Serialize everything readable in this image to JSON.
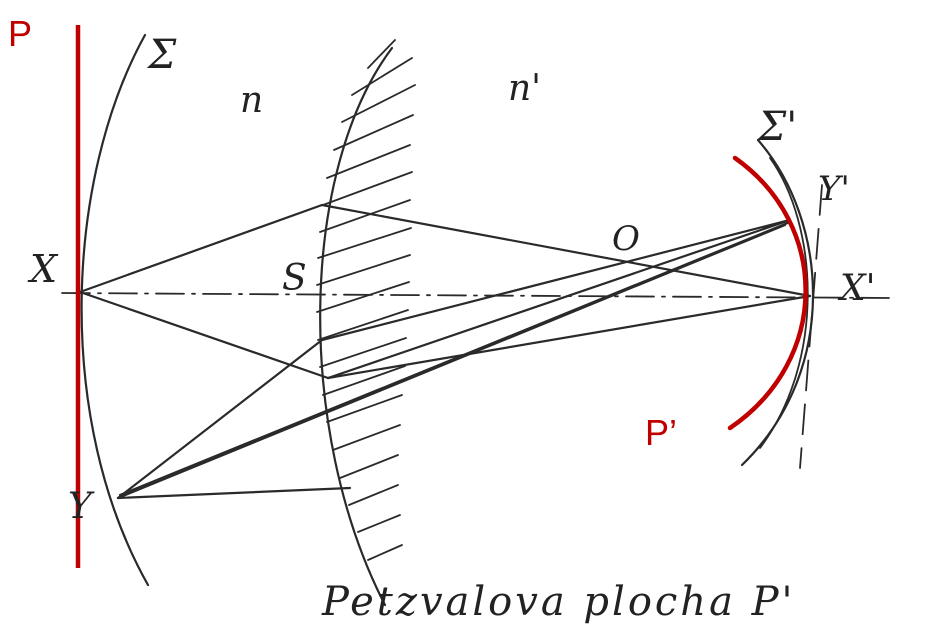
{
  "labels": {
    "plane_left": "P",
    "surface_petzval": "P’",
    "sigma": "Σ",
    "sigma_prime": "Σ'",
    "medium_n": "n",
    "medium_n_prime": "n'",
    "point_x": "X",
    "point_y": "Y",
    "point_x_prime": "X'",
    "point_y_prime": "Y'",
    "vertex_s": "S",
    "center_o": "O"
  },
  "caption": "Petzvalova plocha P'",
  "colors": {
    "red": "#c00000",
    "ink": "#2a2a2a"
  }
}
